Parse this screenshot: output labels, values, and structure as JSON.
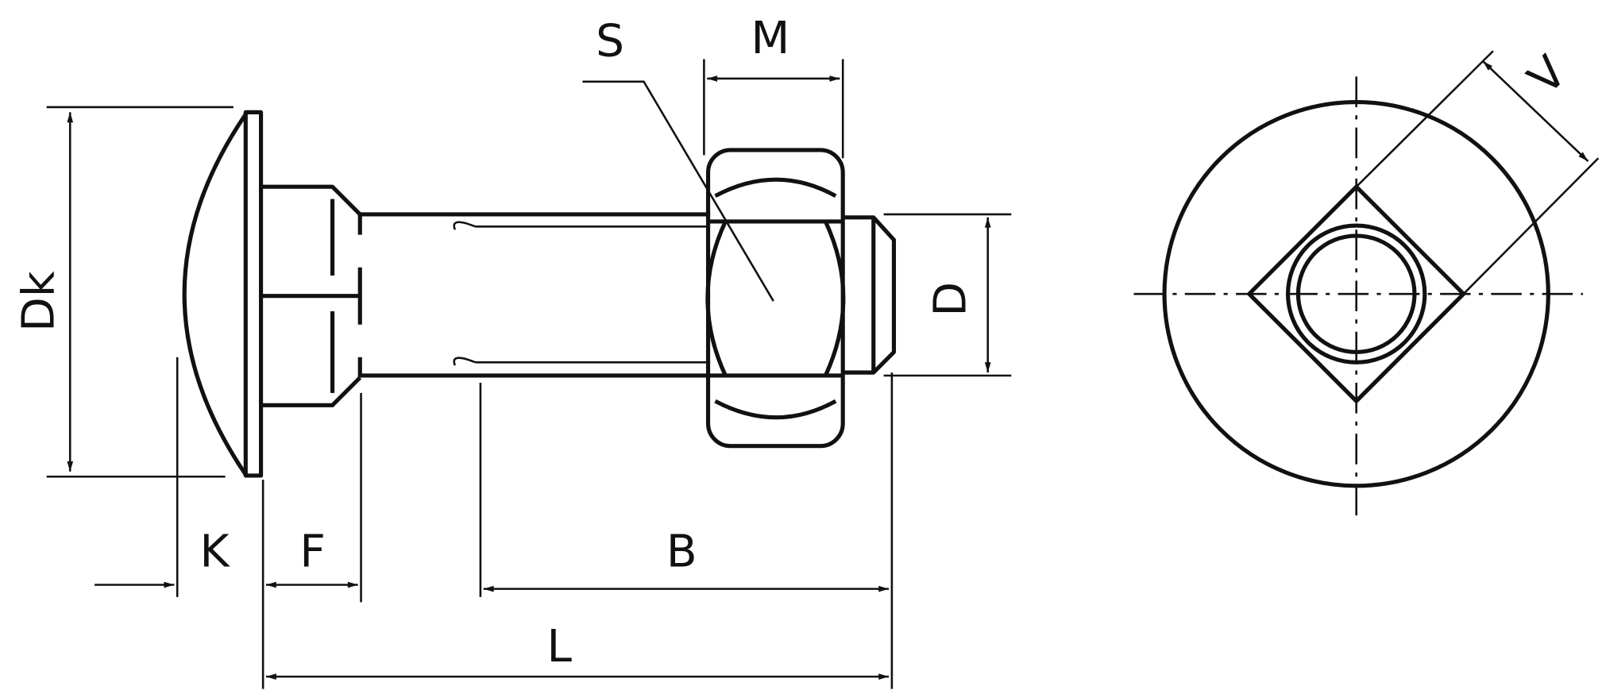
{
  "diagram": {
    "title": "Carriage bolt with hex nut",
    "labels": {
      "S": "S",
      "M": "M",
      "Dk": "Dk",
      "D": "D",
      "K": "K",
      "F": "F",
      "B": "B",
      "L": "L",
      "V": "V"
    },
    "colors": {
      "line": "#111111",
      "background": "#ffffff"
    }
  }
}
